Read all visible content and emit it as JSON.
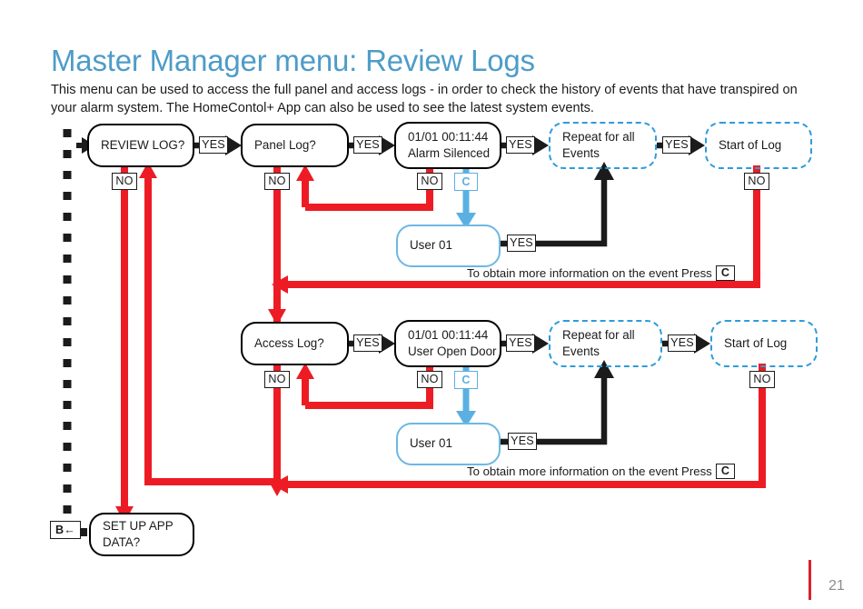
{
  "header": {
    "title": "Master Manager menu: Review Logs",
    "title_color": "#4e9cc8",
    "intro": "This menu can be used to access the full panel and access logs - in order to check the history of events that have transpired on your alarm system. The HomeContol+ App can also be used to see the latest system events."
  },
  "palette": {
    "red": "#ed1c24",
    "blue_dashed": "#2f9bdc",
    "blue_light": "#6cb8e4",
    "black": "#1b1b1b",
    "footer_red": "#d8232a",
    "page_num_grey": "#8c8c8c"
  },
  "flow": {
    "row1": {
      "review_log": "REVIEW LOG?",
      "panel_log": "Panel Log?",
      "event_line1": "01/01 00:11:44",
      "event_line2": "Alarm Silenced",
      "repeat_line1": "Repeat for all",
      "repeat_line2": "Events",
      "start_of_log": "Start of Log",
      "user": "User 01",
      "note": "To obtain more information on the event Press"
    },
    "row2": {
      "access_log": "Access Log?",
      "event_line1": "01/01 00:11:44",
      "event_line2": "User Open Door",
      "repeat_line1": "Repeat for all",
      "repeat_line2": "Events",
      "start_of_log": "Start of Log",
      "user": "User 01",
      "note": "To obtain more information on the event Press"
    },
    "bottom": {
      "setup_line1": "SET UP APP",
      "setup_line2": "DATA?",
      "back_key": "B←"
    },
    "tags": {
      "yes": "YES",
      "no": "NO",
      "c": "C"
    }
  },
  "footer": {
    "page_number": "21"
  }
}
